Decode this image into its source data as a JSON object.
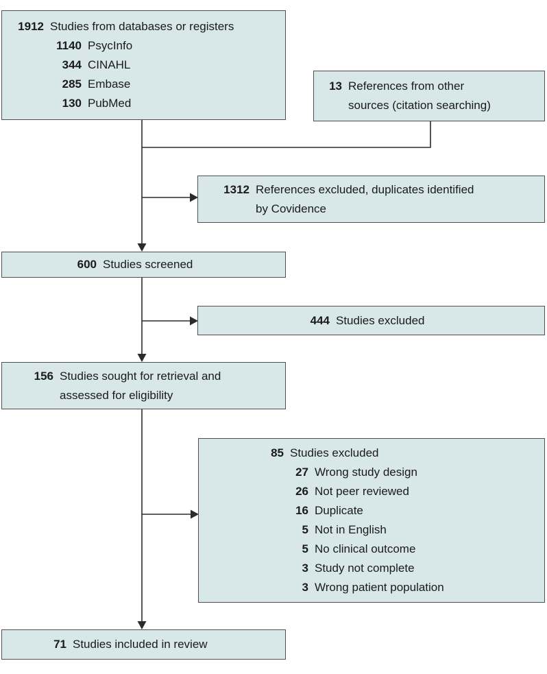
{
  "diagram": {
    "kind": "prisma-study-flow",
    "boxes": {
      "identification": {
        "number": "1912",
        "label": "Studies from databases or registers",
        "sub": [
          {
            "number": "1140",
            "label": "PsycInfo"
          },
          {
            "number": "344",
            "label": "CINAHL"
          },
          {
            "number": "285",
            "label": "Embase"
          },
          {
            "number": "130",
            "label": "PubMed"
          }
        ]
      },
      "other_sources": {
        "number": "13",
        "label": "References from other\nsources (citation searching)"
      },
      "duplicates_excluded": {
        "number": "1312",
        "label": "References excluded, duplicates identified\nby Covidence"
      },
      "screened": {
        "number": "600",
        "label": "Studies screened"
      },
      "screening_excluded": {
        "number": "444",
        "label": "Studies excluded"
      },
      "retrieval": {
        "number": "156",
        "label": "Studies sought for retrieval and\nassessed for eligibility"
      },
      "fulltext_excluded": {
        "number": "85",
        "label": "Studies excluded",
        "sub": [
          {
            "number": "27",
            "label": "Wrong study design"
          },
          {
            "number": "26",
            "label": "Not peer reviewed"
          },
          {
            "number": "16",
            "label": "Duplicate"
          },
          {
            "number": "5",
            "label": "Not in English"
          },
          {
            "number": "5",
            "label": "No clinical outcome"
          },
          {
            "number": "3",
            "label": "Study not complete"
          },
          {
            "number": "3",
            "label": "Wrong patient population"
          }
        ]
      },
      "included": {
        "number": "71",
        "label": "Studies included in review"
      }
    },
    "colors": {
      "box_fill": "#d8e7e8",
      "box_border": "#4f4f4f",
      "line": "#2b2b2b",
      "text": "#1a1a1a"
    }
  }
}
